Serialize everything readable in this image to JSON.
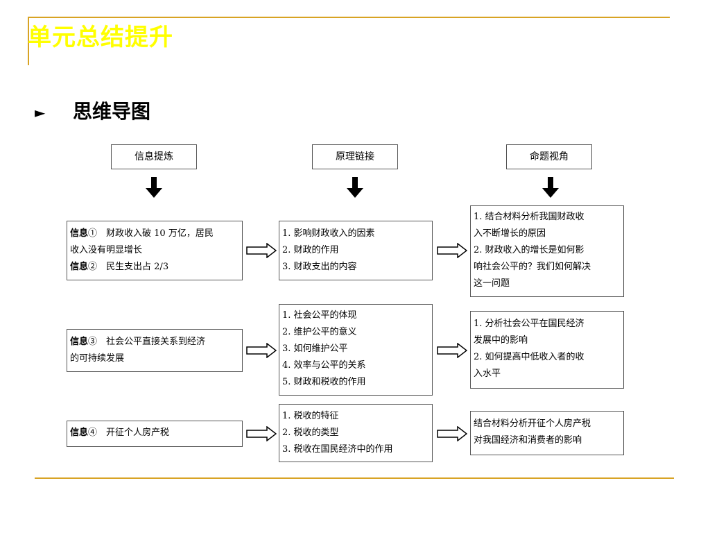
{
  "header": {
    "title": "单元总结提升"
  },
  "section": {
    "bullet": "►",
    "title": "思维导图"
  },
  "columns": [
    {
      "heading": "信息提炼"
    },
    {
      "heading": "原理链接"
    },
    {
      "heading": "命题视角"
    }
  ],
  "rows": [
    {
      "info": [
        {
          "label": "信息",
          "num": "①",
          "text": "　财政收入破 10 万亿，居民"
        },
        {
          "label": "",
          "num": "",
          "text": "收入没有明显增长"
        },
        {
          "label": "信息",
          "num": "②",
          "text": "　民生支出占 2/3"
        }
      ],
      "principles": [
        "1. 影响财政收入的因素",
        "2. 财政的作用",
        "3. 财政支出的内容"
      ],
      "perspectives": [
        "1. 结合材料分析我国财政收",
        "入不断增长的原因",
        "2. 财政收入的增长是如何影",
        "响社会公平的？我们如何解决",
        "这一问题"
      ]
    },
    {
      "info": [
        {
          "label": "信息",
          "num": "③",
          "text": "　社会公平直接关系到经济"
        },
        {
          "label": "",
          "num": "",
          "text": "的可持续发展"
        }
      ],
      "principles": [
        "1. 社会公平的体现",
        "2. 维护公平的意义",
        "3. 如何维护公平",
        "4. 效率与公平的关系",
        "5. 财政和税收的作用"
      ],
      "perspectives": [
        "1. 分析社会公平在国民经济",
        "发展中的影响",
        "2. 如何提高中低收入者的收",
        "入水平"
      ]
    },
    {
      "info": [
        {
          "label": "信息",
          "num": "④",
          "text": "　开征个人房产税"
        }
      ],
      "principles": [
        "1. 税收的特征",
        "2. 税收的类型",
        "3. 税收在国民经济中的作用"
      ],
      "perspectives": [
        "结合材料分析开征个人房产税",
        "对我国经济和消费者的影响"
      ]
    }
  ]
}
